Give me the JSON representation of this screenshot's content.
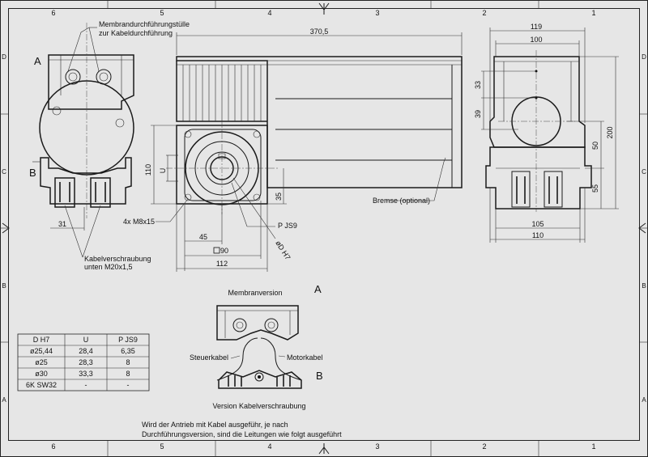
{
  "frame": {
    "top_numbers": [
      "6",
      "5",
      "4",
      "3",
      "2",
      "1"
    ],
    "bottom_numbers": [
      "6",
      "5",
      "4",
      "3",
      "2",
      "1"
    ],
    "side_letters": [
      "D",
      "C",
      "B",
      "A"
    ]
  },
  "left_view": {
    "callout_top_line1": "Membrandurchführungstülle",
    "callout_top_line2": "zur Kabeldurchführung",
    "label_a": "A",
    "label_b": "B",
    "dim_31": "31",
    "callout_bottom_line1": "Kabelverschraubung",
    "callout_bottom_line2": "unten M20x1,5"
  },
  "center_view": {
    "dim_370_5": "370,5",
    "dim_110": "110",
    "dim_u": "U",
    "dim_35": "35",
    "dim_45": "45",
    "dim_90": "90",
    "dim_112": "112",
    "dim_4x": "4x M8x15",
    "dim_pjs9": "P JS9",
    "dim_dh7": "øD H7",
    "brake_label": "Bremse (optional)"
  },
  "right_view": {
    "dim_119": "119",
    "dim_100": "100",
    "dim_33": "33",
    "dim_39": "39",
    "dim_200": "200",
    "dim_50": "50",
    "dim_55": "55",
    "dim_105": "105",
    "dim_110": "110"
  },
  "detail": {
    "title": "Membranversion",
    "label_a": "A",
    "label_b": "B",
    "steuerkabel": "Steuerkabel",
    "motorkabel": "Motorkabel",
    "caption": "Version Kabelverschraubung"
  },
  "table": {
    "headers": [
      "D H7",
      "U",
      "P JS9"
    ],
    "rows": [
      [
        "ø25,44",
        "28,4",
        "6,35"
      ],
      [
        "ø25",
        "28,3",
        "8"
      ],
      [
        "ø30",
        "33,3",
        "8"
      ],
      [
        "6K SW32",
        "-",
        "-"
      ]
    ]
  },
  "note": {
    "line1": "Wird der Antrieb mit Kabel ausgeführ, je nach",
    "line2": "Durchführungsversion, sind die Leitungen wie folgt ausgeführt"
  }
}
